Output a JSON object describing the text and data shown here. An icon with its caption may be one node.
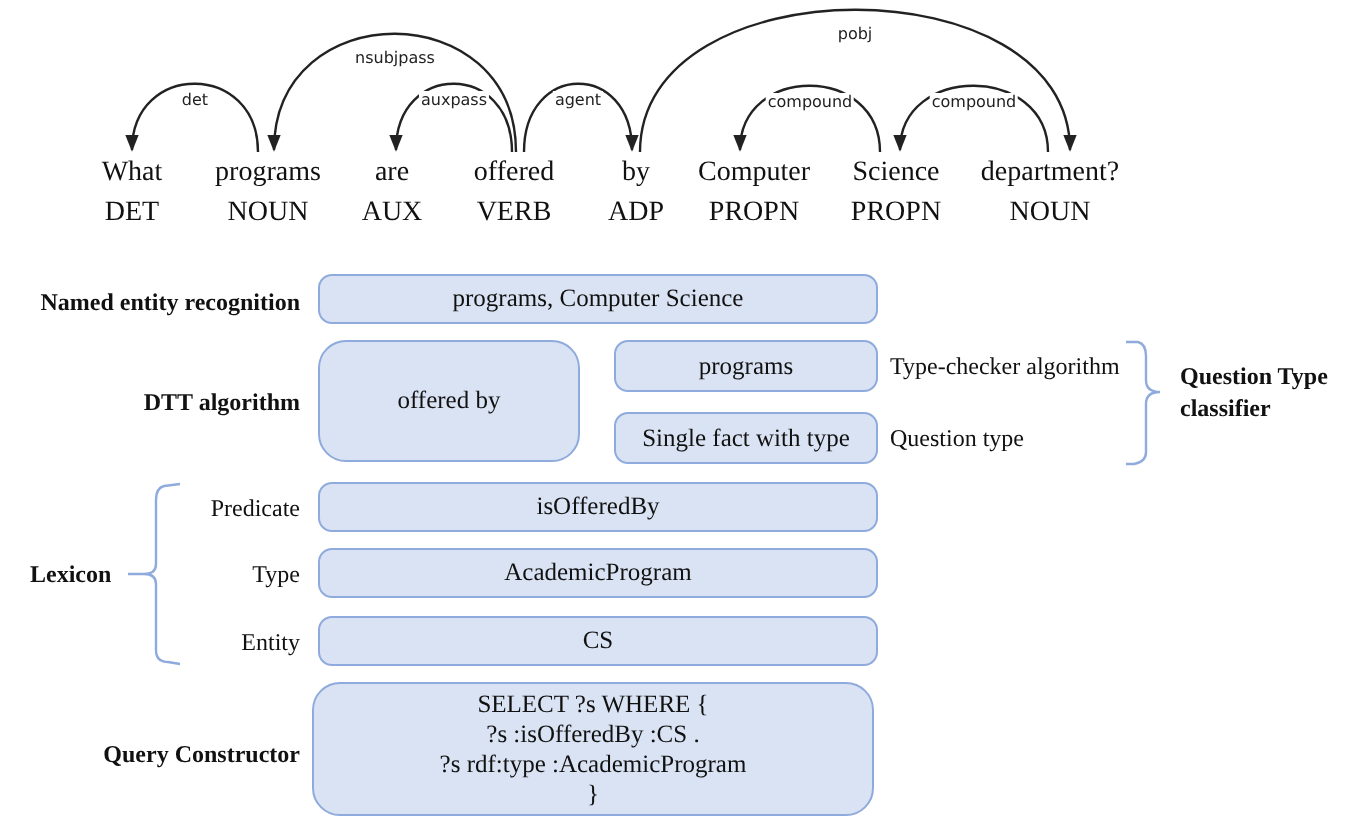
{
  "diagram": {
    "nodes": [
      {
        "text": [
          "What",
          "DET"
        ]
      },
      {
        "text": [
          "programs",
          "NOUN"
        ]
      },
      {
        "text": [
          "are",
          "AUX"
        ]
      },
      {
        "text": [
          "offered",
          "VERB"
        ]
      },
      {
        "text": [
          "by",
          "ADP"
        ]
      },
      {
        "text": [
          "Computer",
          "PROPN"
        ]
      },
      {
        "text": [
          "Science",
          "PROPN"
        ]
      },
      {
        "text": [
          "department?",
          "NOUN"
        ]
      },
      {
        "text": [
          "programs, Computer Science"
        ]
      },
      {
        "text": [
          "offered by"
        ]
      },
      {
        "text": [
          "programs"
        ],
        "beside": [
          "Type-checker algorithm"
        ]
      },
      {
        "text": [
          "Single fact with type"
        ],
        "beside": [
          "Question type"
        ]
      },
      {
        "text": [
          "isOfferedBy"
        ]
      },
      {
        "text": [
          "AcademicProgram"
        ]
      },
      {
        "text": [
          "CS"
        ]
      },
      {
        "text": [
          "SELECT ?s WHERE {",
          "?s :isOfferedBy :CS .",
          "?s rdf:type :AcademicProgram",
          "}"
        ]
      }
    ],
    "edges": [
      {
        "from": 1,
        "to": 0,
        "arrow": "to",
        "label": "det"
      },
      {
        "from": 3,
        "to": 1,
        "arrow": "to",
        "label": "nsubjpass"
      },
      {
        "from": 3,
        "to": 2,
        "arrow": "to",
        "label": "auxpass"
      },
      {
        "from": 3,
        "to": 4,
        "arrow": "to",
        "label": "agent"
      },
      {
        "from": 4,
        "to": 7,
        "arrow": "to",
        "label": "pobj"
      },
      {
        "from": 6,
        "to": 5,
        "arrow": "to",
        "label": "compound"
      },
      {
        "from": 7,
        "to": 6,
        "arrow": "to",
        "label": "compound"
      }
    ],
    "labels": [
      "Named entity recognition",
      "DTT algorithm",
      "Question Type classifier",
      "Lexicon",
      "Predicate",
      "Type",
      "Entity",
      "Query Constructor"
    ]
  }
}
